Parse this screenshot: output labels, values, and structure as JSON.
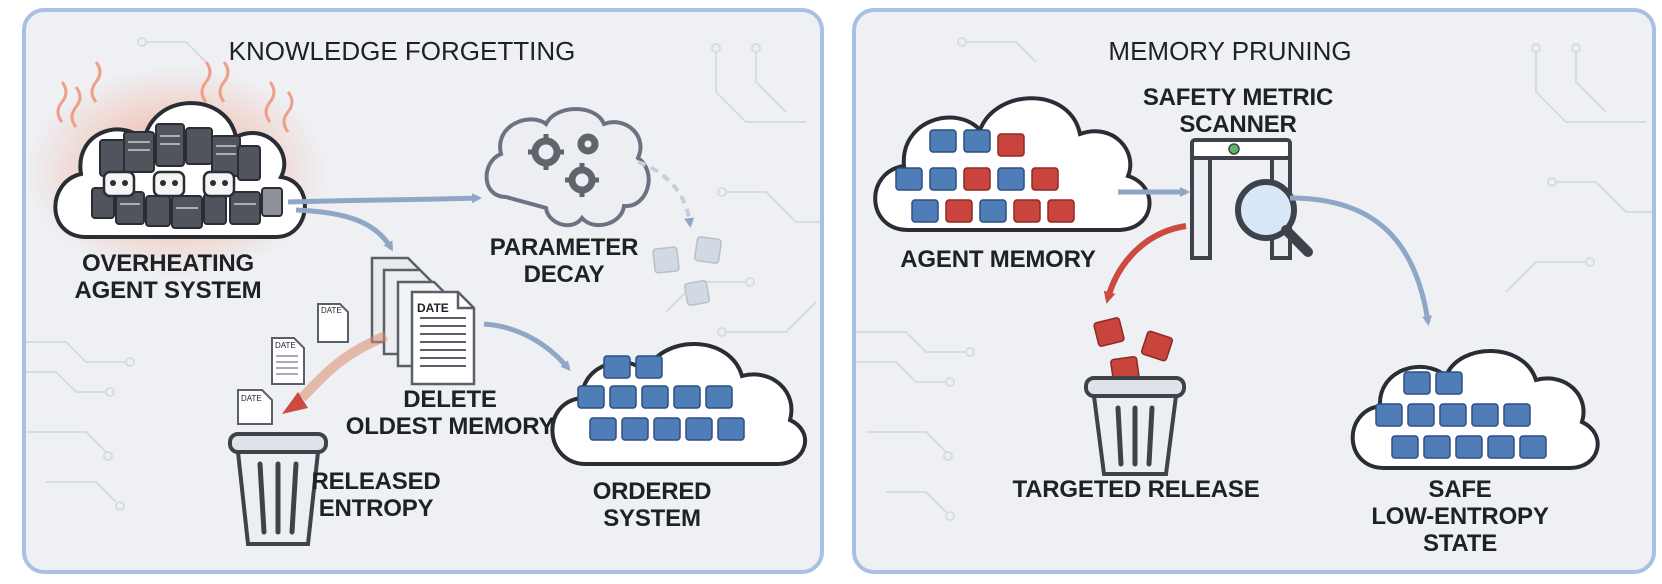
{
  "panels": {
    "left": {
      "title": "KNOWLEDGE FORGETTING",
      "labels": {
        "overheating": "OVERHEATING\nAGENT SYSTEM",
        "decay": "PARAMETER\nDECAY",
        "delete": "DELETE\nOLDEST MEMORY",
        "released": "RELEASED\nENTROPY",
        "ordered": "ORDERED SYSTEM"
      },
      "doc_tag": "DATE"
    },
    "right": {
      "title": "MEMORY PRUNING",
      "labels": {
        "memory": "AGENT MEMORY",
        "scanner": "SAFETY METRIC\nSCANNER",
        "targeted": "TARGETED RELEASE",
        "safe": "SAFE\nLOW-ENTROPY STATE"
      }
    }
  },
  "colors": {
    "blue_block": "#4f7db8",
    "red_block": "#c8443c",
    "arrow_blue": "#8fa7c6",
    "arrow_red": "#cc4a3e",
    "heat_glow": "#f2a487",
    "frame": "#a9c0e3"
  },
  "icons": [
    "cloud-icon",
    "robot-icon",
    "brain-gears-icon",
    "document-icon",
    "trash-can-icon",
    "scanner-gate-icon",
    "magnifier-icon"
  ]
}
